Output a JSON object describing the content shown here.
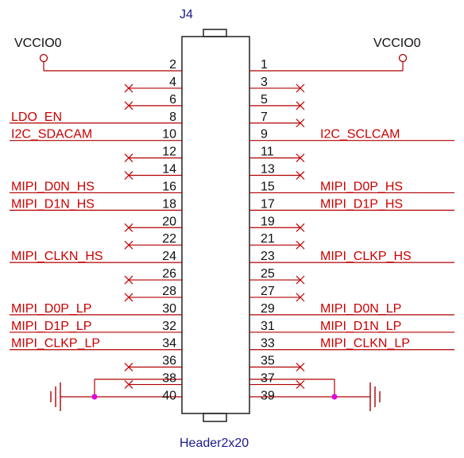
{
  "connector": {
    "ref": "J4",
    "part": "Header2x20"
  },
  "power": {
    "left_label": "VCCIO0",
    "right_label": "VCCIO0"
  },
  "colors": {
    "wire": "#b00000",
    "body": "#222222",
    "label": "#cc0000",
    "junction": "#e000e0",
    "no_connect": "#c80000",
    "part_text": "#1a1a8c"
  },
  "pins": [
    {
      "left": "2",
      "right": "1",
      "left_net": "",
      "right_net": "",
      "left_nc": false,
      "right_nc": false
    },
    {
      "left": "4",
      "right": "3",
      "left_net": "",
      "right_net": "",
      "left_nc": true,
      "right_nc": true
    },
    {
      "left": "6",
      "right": "5",
      "left_net": "",
      "right_net": "",
      "left_nc": true,
      "right_nc": true
    },
    {
      "left": "8",
      "right": "7",
      "left_net": "LDO_EN",
      "right_net": "",
      "left_nc": false,
      "right_nc": true
    },
    {
      "left": "10",
      "right": "9",
      "left_net": "I2C_SDACAM",
      "right_net": "I2C_SCLCAM",
      "left_nc": false,
      "right_nc": false
    },
    {
      "left": "12",
      "right": "11",
      "left_net": "",
      "right_net": "",
      "left_nc": true,
      "right_nc": true
    },
    {
      "left": "14",
      "right": "13",
      "left_net": "",
      "right_net": "",
      "left_nc": true,
      "right_nc": true
    },
    {
      "left": "16",
      "right": "15",
      "left_net": "MIPI_D0N_HS",
      "right_net": "MIPI_D0P_HS",
      "left_nc": false,
      "right_nc": false
    },
    {
      "left": "18",
      "right": "17",
      "left_net": "MIPI_D1N_HS",
      "right_net": "MIPI_D1P_HS",
      "left_nc": false,
      "right_nc": false
    },
    {
      "left": "20",
      "right": "19",
      "left_net": "",
      "right_net": "",
      "left_nc": true,
      "right_nc": true
    },
    {
      "left": "22",
      "right": "21",
      "left_net": "",
      "right_net": "",
      "left_nc": true,
      "right_nc": true
    },
    {
      "left": "24",
      "right": "23",
      "left_net": "MIPI_CLKN_HS",
      "right_net": "MIPI_CLKP_HS",
      "left_nc": false,
      "right_nc": false
    },
    {
      "left": "26",
      "right": "25",
      "left_net": "",
      "right_net": "",
      "left_nc": true,
      "right_nc": true
    },
    {
      "left": "28",
      "right": "27",
      "left_net": "",
      "right_net": "",
      "left_nc": true,
      "right_nc": true
    },
    {
      "left": "30",
      "right": "29",
      "left_net": "MIPI_D0P_LP",
      "right_net": "MIPI_D0N_LP",
      "left_nc": false,
      "right_nc": false
    },
    {
      "left": "32",
      "right": "31",
      "left_net": "MIPI_D1P_LP",
      "right_net": "MIPI_D1N_LP",
      "left_nc": false,
      "right_nc": false
    },
    {
      "left": "34",
      "right": "33",
      "left_net": "MIPI_CLKP_LP",
      "right_net": "MIPI_CLKN_LP",
      "left_nc": false,
      "right_nc": false
    },
    {
      "left": "36",
      "right": "35",
      "left_net": "",
      "right_net": "",
      "left_nc": true,
      "right_nc": true
    },
    {
      "left": "38",
      "right": "37",
      "left_net": "",
      "right_net": "",
      "left_nc": true,
      "right_nc": true
    },
    {
      "left": "40",
      "right": "39",
      "left_net": "",
      "right_net": "",
      "left_nc": false,
      "right_nc": false
    }
  ]
}
